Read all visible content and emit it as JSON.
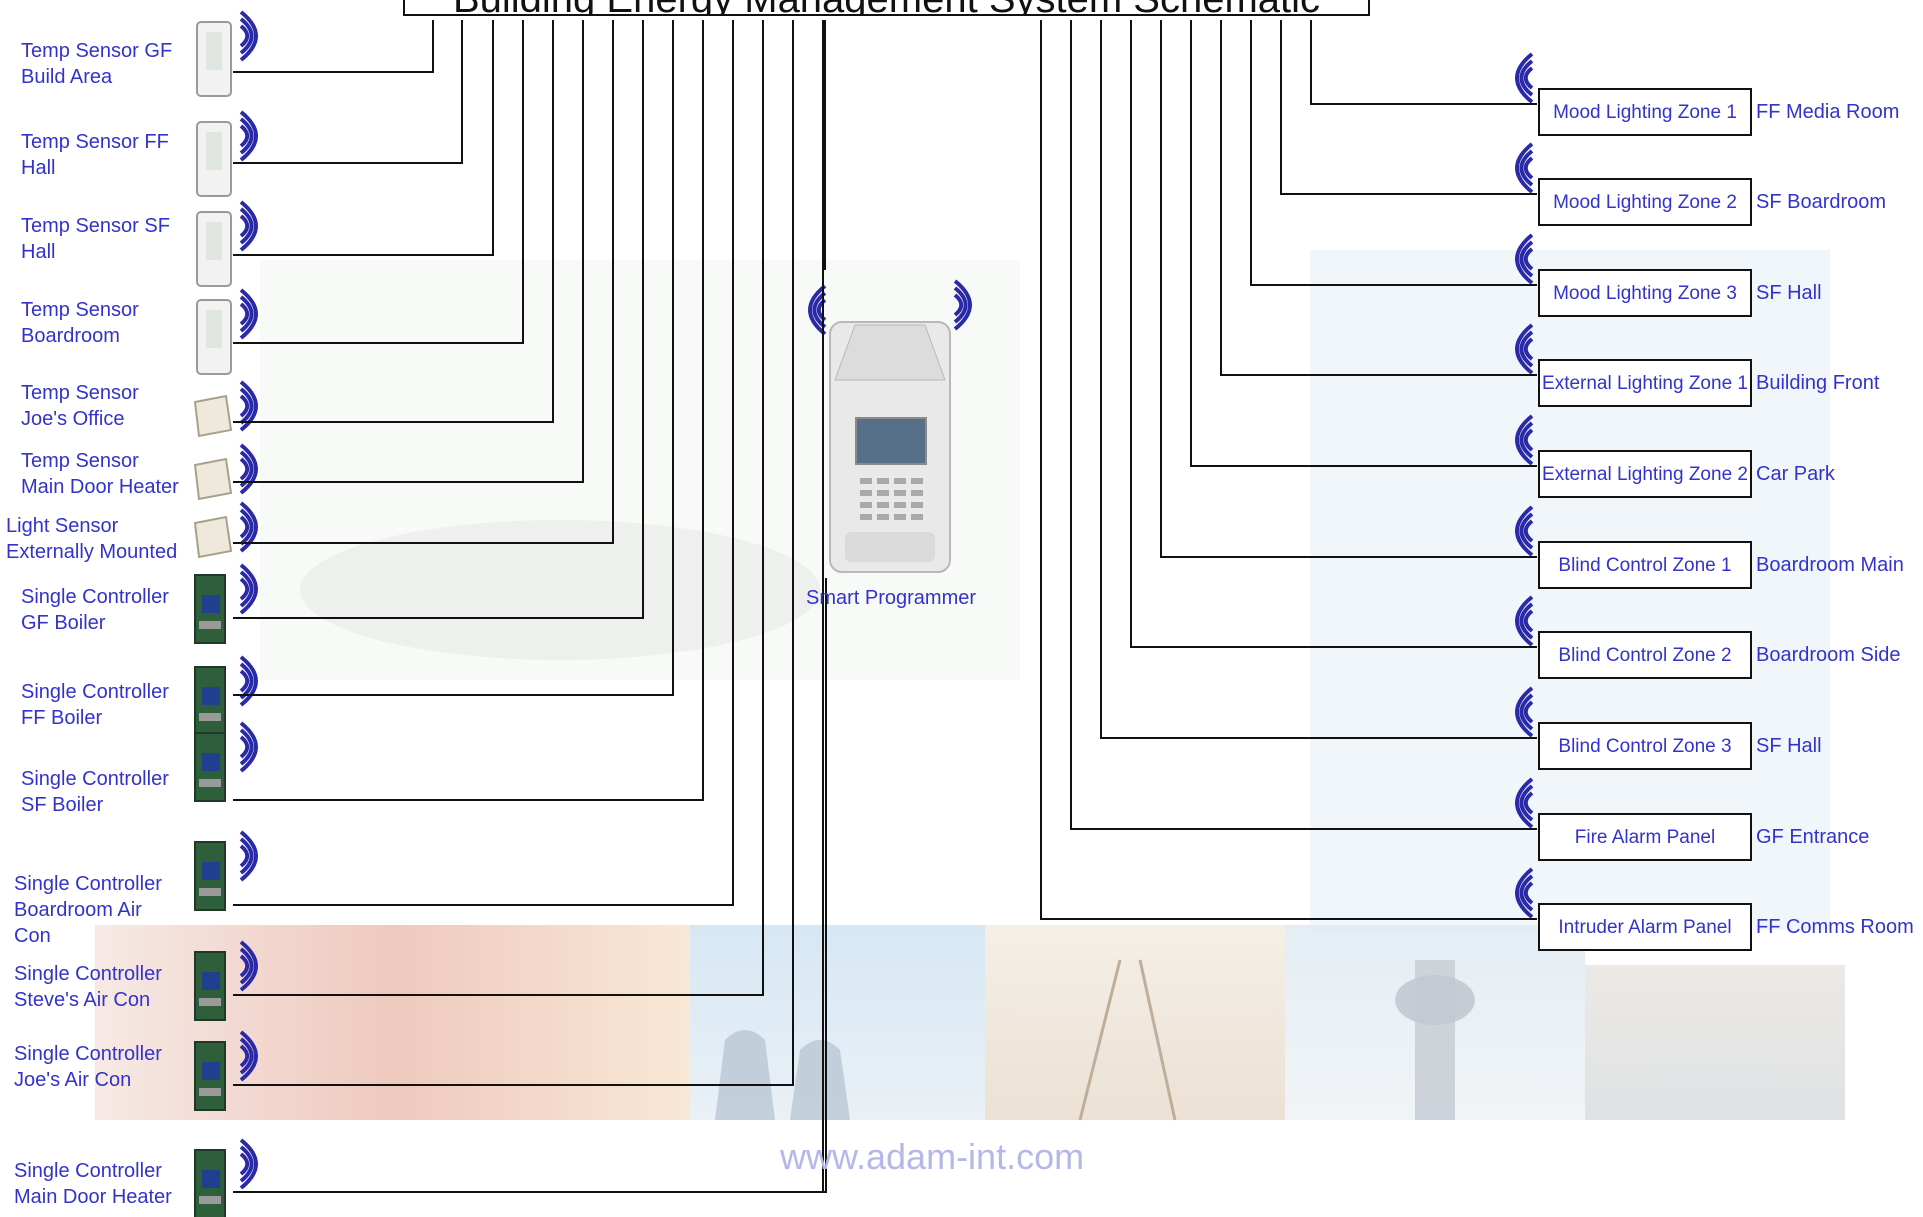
{
  "title": "Building Energy Management System Schematic",
  "hub_label": "Smart Programmer",
  "website": "www.adam-int.com",
  "colors": {
    "label": "#3333cc",
    "line": "#111111",
    "watermark": "#b3b8e8"
  },
  "left_devices": [
    {
      "label": "Temp Sensor GF\nBuild Area",
      "icon": "temp-sensor-icon"
    },
    {
      "label": "Temp Sensor FF\nHall",
      "icon": "temp-sensor-icon"
    },
    {
      "label": "Temp Sensor SF\nHall",
      "icon": "temp-sensor-icon"
    },
    {
      "label": "Temp Sensor\nBoardroom",
      "icon": "temp-sensor-icon"
    },
    {
      "label": "Temp Sensor\nJoe's Office",
      "icon": "wall-sensor-icon"
    },
    {
      "label": "Temp Sensor\nMain Door Heater",
      "icon": "wall-sensor-icon"
    },
    {
      "label": "Light Sensor\nExternally Mounted",
      "icon": "wall-sensor-icon"
    },
    {
      "label": "Single Controller\nGF Boiler",
      "icon": "controller-board-icon"
    },
    {
      "label": "Single Controller\nFF Boiler",
      "icon": "controller-board-icon"
    },
    {
      "label": "Single Controller\nSF Boiler",
      "icon": "controller-board-icon"
    },
    {
      "label": "Single Controller\nBoardroom Air\nCon",
      "icon": "controller-board-icon"
    },
    {
      "label": "Single Controller\nSteve's Air Con",
      "icon": "controller-board-icon"
    },
    {
      "label": "Single Controller\nJoe's Air Con",
      "icon": "controller-board-icon"
    },
    {
      "label": "Single Controller\nMain Door Heater",
      "icon": "controller-board-icon"
    }
  ],
  "right_devices": [
    {
      "box": "Mood Lighting Zone 1",
      "location": "FF Media Room"
    },
    {
      "box": "Mood Lighting Zone 2",
      "location": "SF Boardroom"
    },
    {
      "box": "Mood Lighting Zone 3",
      "location": "SF Hall"
    },
    {
      "box": "External Lighting\nZone 1",
      "location": "Building Front"
    },
    {
      "box": "External Lighting\nZone 2",
      "location": "Car Park"
    },
    {
      "box": "Blind Control Zone 1",
      "location": "Boardroom Main"
    },
    {
      "box": "Blind Control Zone 2",
      "location": "Boardroom Side"
    },
    {
      "box": "Blind Control Zone 3",
      "location": "SF Hall"
    },
    {
      "box": "Fire Alarm Panel",
      "location": "GF Entrance"
    },
    {
      "box": "Intruder Alarm Panel",
      "location": "FF Comms Room"
    }
  ]
}
